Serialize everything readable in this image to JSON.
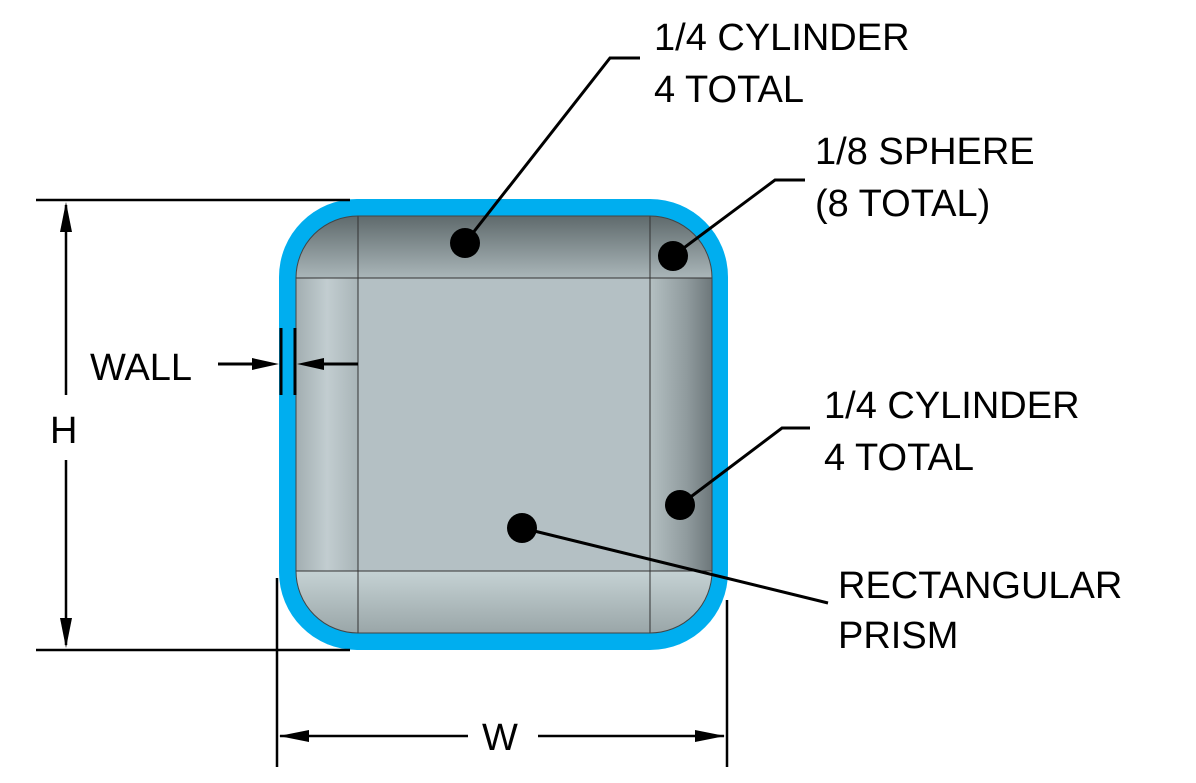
{
  "labels": {
    "top_cylinder_line1": "1/4 CYLINDER",
    "top_cylinder_line2": "4 TOTAL",
    "sphere_line1": "1/8 SPHERE",
    "sphere_line2": "(8 TOTAL)",
    "side_cylinder_line1": "1/4 CYLINDER",
    "side_cylinder_line2": "4 TOTAL",
    "prism_line1": "RECTANGULAR",
    "prism_line2": "PRISM",
    "wall": "WALL",
    "height": "H",
    "width": "W"
  },
  "colors": {
    "wall": "#00AEEF",
    "body": "#B4C0C4",
    "line": "#000000"
  }
}
